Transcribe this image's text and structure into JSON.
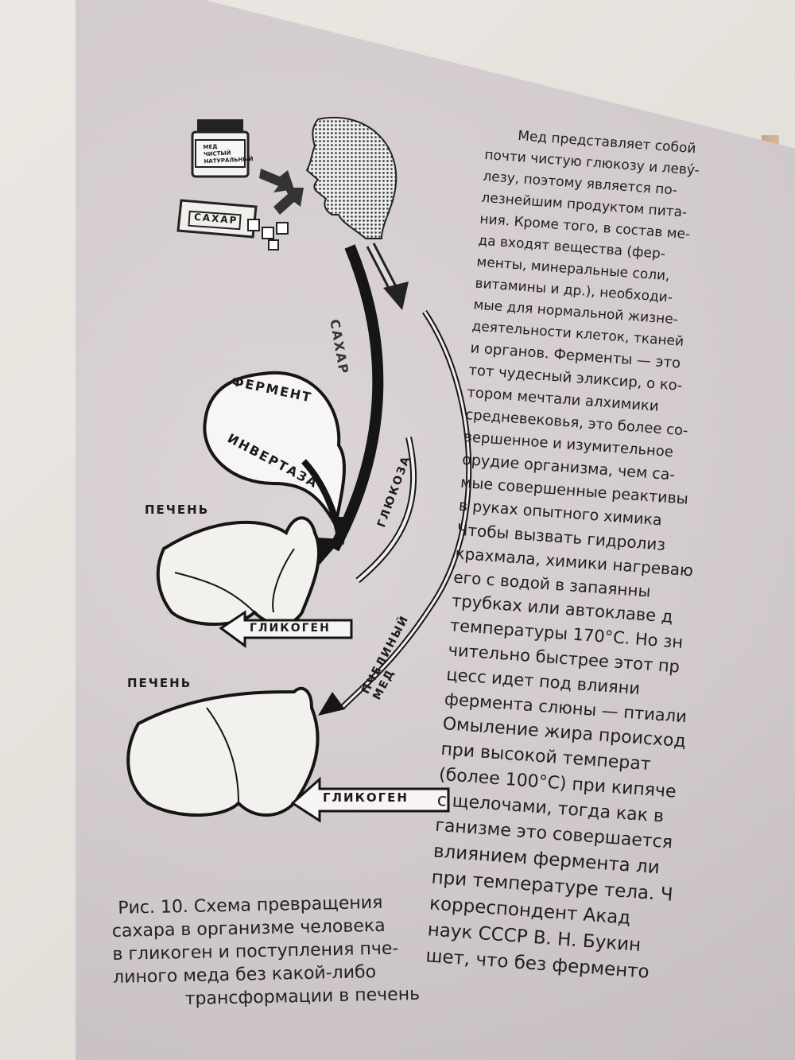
{
  "figure": {
    "labels": {
      "jar_label": "МЕД ЧИСТЫЙ НАТУРАЛЬНЫЙ",
      "sugar_box": "САХАР",
      "sugar_arrow": "САХАР",
      "enzyme_top": "ФЕРМЕНТ",
      "enzyme_bottom": "ИНВЕРТАЗА",
      "liver_top": "ПЕЧЕНЬ",
      "liver_bottom": "ПЕЧЕНЬ",
      "glucose": "ГЛЮКОЗА",
      "glycogen_top": "ГЛИКОГЕН",
      "glycogen_bottom": "ГЛИКОГЕН",
      "bee_honey": "ПЧЕЛИНЫЙ МЕД"
    }
  },
  "caption": {
    "lines": [
      "Рис. 10. Схема превращения",
      "сахара в организме человека",
      "в гликоген и поступления пче-",
      "линого меда без какой-либо",
      "трансформации в печень"
    ]
  },
  "body_text": {
    "lines": [
      "Мед представляет собой",
      "почти чистую глюкозу и левý-",
      "лезу, поэтому является по-",
      "лезнейшим продуктом пита-",
      "ния. Кроме того, в состав ме-",
      "да входят вещества (фер-",
      "менты, минеральные соли,",
      "витамины и др.), необходи-",
      "мые для нормальной жизне-",
      "деятельности клеток, тканей",
      "и органов. Ферменты — это",
      "тот чудесный эликсир, о ко-",
      "тором мечтали алхимики",
      "средневековья, это более со-",
      "вершенное и изумительное",
      "орудие организма, чем са-",
      "мые совершенные реактивы",
      "в руках опытного химика",
      "Чтобы вызвать гидролиз",
      "крахмала, химики нагреваю",
      "его с водой в запаянны",
      "трубках или автоклаве д",
      "температуры 170°С. Но зн",
      "чительно быстрее этот пр",
      "цесс идет под влияни",
      "фермента слюны — птиали",
      "Омыление жира происход",
      "при высокой температ",
      "(более 100°С) при кипяче",
      "с щелочами, тогда как в",
      "ганизме это совершается",
      "влиянием фермента ли",
      "при температуре тела. Ч",
      "корреспондент Акад",
      "наук СССР В. Н. Букин",
      "шет, что без ферменто"
    ]
  }
}
